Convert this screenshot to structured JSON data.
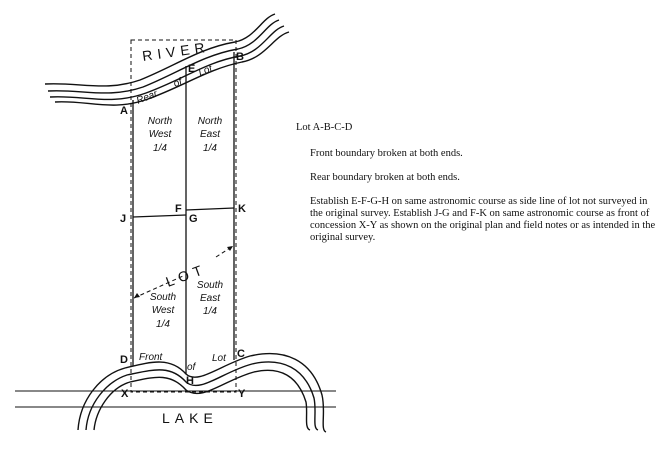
{
  "diagram": {
    "water_labels": {
      "river": "RIVER",
      "lake": "LAKE",
      "lot": "LOT"
    },
    "edge_labels": {
      "rear": [
        "Rear",
        "of",
        "Lot"
      ],
      "front": [
        "Front",
        "of",
        "Lot"
      ]
    },
    "points": {
      "A": "A",
      "B": "B",
      "C": "C",
      "D": "D",
      "E": "E",
      "F": "F",
      "G": "G",
      "H": "H",
      "J": "J",
      "K": "K",
      "X": "X",
      "Y": "Y"
    },
    "quarters": {
      "nw": [
        "North",
        "West",
        "1/4"
      ],
      "ne": [
        "North",
        "East",
        "1/4"
      ],
      "sw": [
        "South",
        "West",
        "1/4"
      ],
      "se": [
        "South",
        "East",
        "1/4"
      ]
    }
  },
  "notes": {
    "title": "Lot A-B-C-D",
    "paragraphs": [
      "Front boundary broken at both ends.",
      "Rear boundary broken at both ends.",
      "Establish E-F-G-H on same astronomic course as side line of lot not surveyed in the original survey. Establish J-G and F-K on same astronomic course as front of concession X-Y as shown on the original plan and field notes or as intended in the original survey."
    ]
  }
}
